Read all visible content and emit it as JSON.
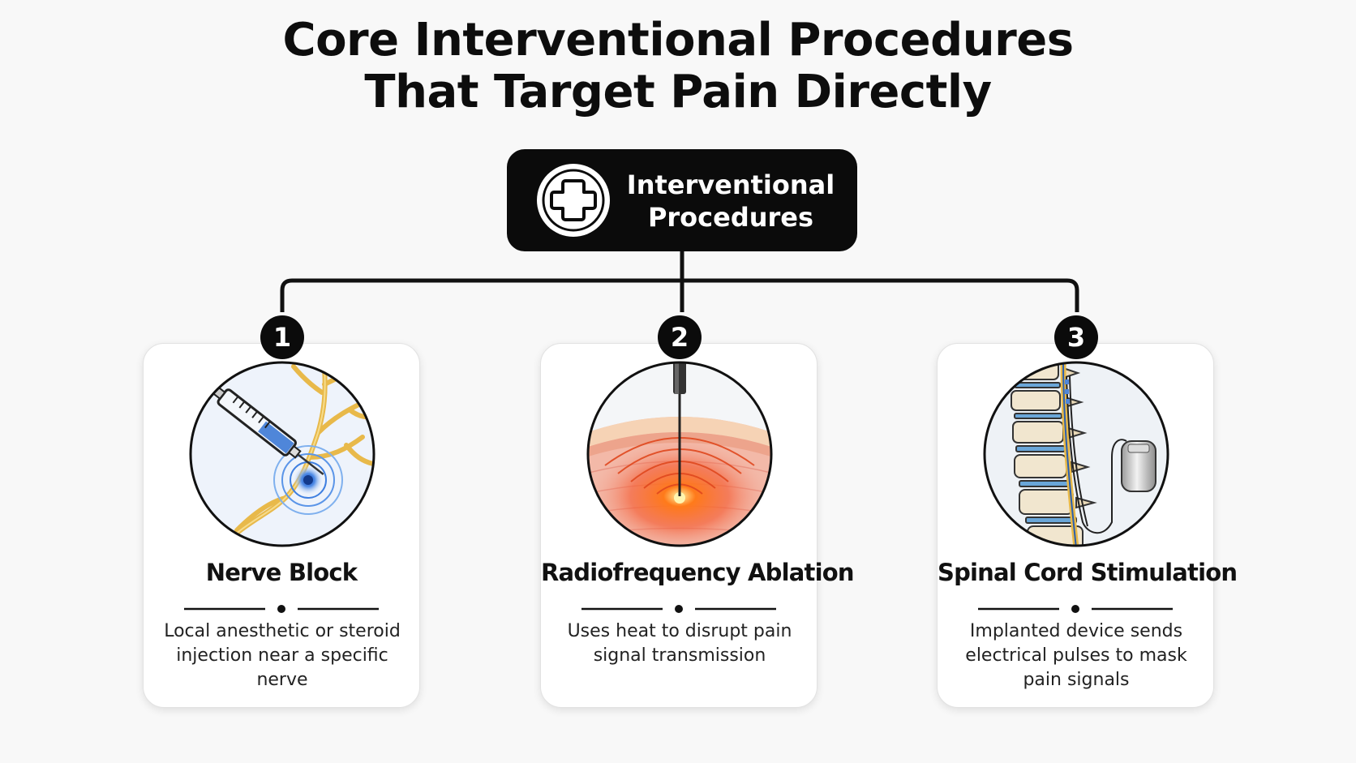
{
  "title": {
    "line1": "Core Interventional Procedures",
    "line2": "That Target Pain Directly"
  },
  "root": {
    "line1": "Interventional",
    "line2": "Procedures",
    "icon": "medical-cross-icon"
  },
  "procedures": [
    {
      "number": "1",
      "name": "Nerve Block",
      "desc": "Local anesthetic or steroid injection near a specific nerve",
      "illustration": "syringe-nerve-illustration"
    },
    {
      "number": "2",
      "name": "Radiofrequency Ablation",
      "desc": "Uses heat to disrupt pain signal transmission",
      "illustration": "heat-probe-tissue-illustration"
    },
    {
      "number": "3",
      "name": "Spinal Cord Stimulation",
      "desc": "Implanted device sends electrical pulses to mask pain signals",
      "illustration": "spine-stimulator-illustration"
    }
  ],
  "colors": {
    "dark": "#0b0b0b",
    "nerve": "#e8b94a",
    "nerve_glow": "#2e6fd6",
    "heat": "#ff5a1f",
    "spine": "#f1e6cf",
    "disc": "#6aa6d8",
    "background": "#f8f8f8"
  }
}
